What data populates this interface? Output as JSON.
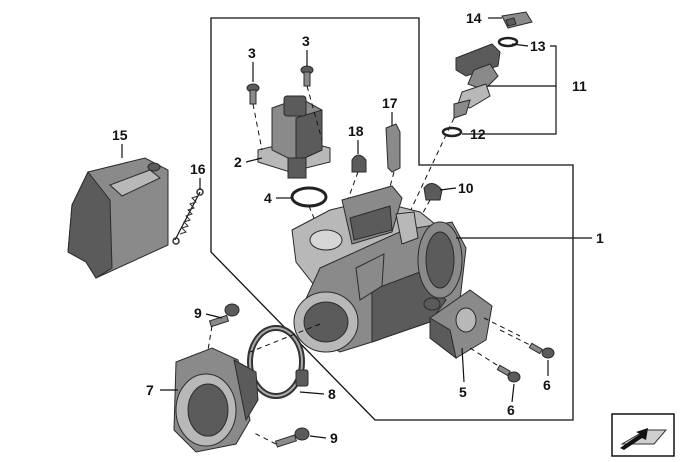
{
  "callouts": [
    {
      "id": "1",
      "label": "1"
    },
    {
      "id": "2",
      "label": "2"
    },
    {
      "id": "3a",
      "label": "3"
    },
    {
      "id": "3b",
      "label": "3"
    },
    {
      "id": "4",
      "label": "4"
    },
    {
      "id": "5",
      "label": "5"
    },
    {
      "id": "6a",
      "label": "6"
    },
    {
      "id": "6b",
      "label": "6"
    },
    {
      "id": "7",
      "label": "7"
    },
    {
      "id": "8",
      "label": "8"
    },
    {
      "id": "9a",
      "label": "9"
    },
    {
      "id": "9b",
      "label": "9"
    },
    {
      "id": "10",
      "label": "10"
    },
    {
      "id": "11",
      "label": "11"
    },
    {
      "id": "12",
      "label": "12"
    },
    {
      "id": "13",
      "label": "13"
    },
    {
      "id": "14",
      "label": "14"
    },
    {
      "id": "15",
      "label": "15"
    },
    {
      "id": "16",
      "label": "16"
    },
    {
      "id": "17",
      "label": "17"
    },
    {
      "id": "18",
      "label": "18"
    }
  ],
  "colors": {
    "ink": "#111111",
    "part_dark": "#5b5b5b",
    "part_mid": "#8a8a8a",
    "part_light": "#b8b8b8"
  },
  "icons": {
    "corner_badge": "part-group-arrow-icon"
  }
}
